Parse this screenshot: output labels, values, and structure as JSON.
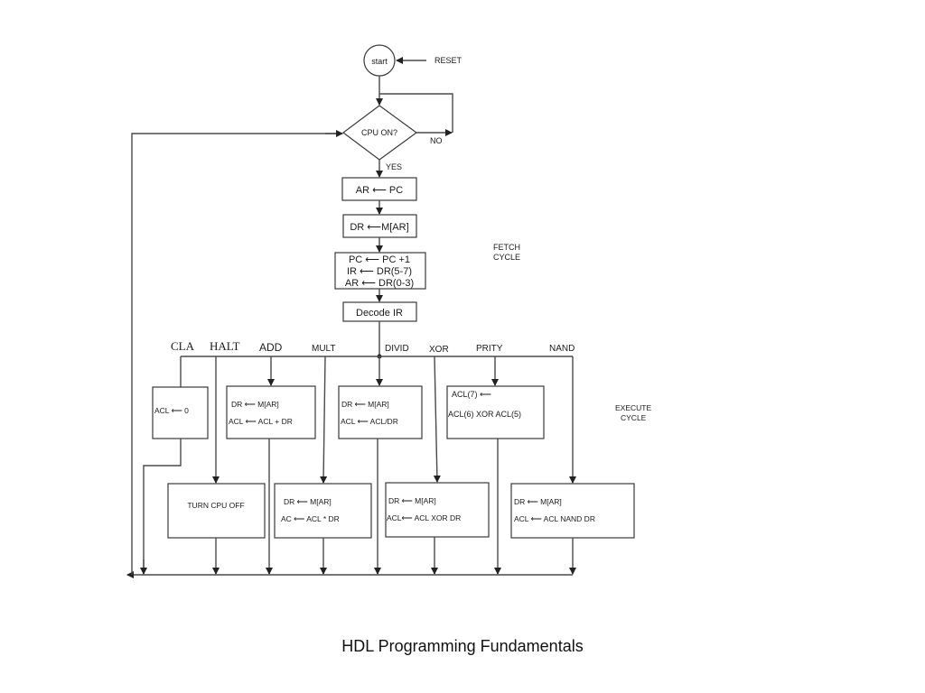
{
  "diagram": {
    "start": "start",
    "reset": "RESET",
    "decision": "CPU ON?",
    "no": "NO",
    "yes": "YES",
    "fetch_label": [
      "FETCH",
      "CYCLE"
    ],
    "execute_label": [
      "EXECUTE",
      "CYCLE"
    ],
    "fetch_steps": [
      [
        "AR ⟵ PC"
      ],
      [
        "DR ⟵M[AR]"
      ],
      [
        "PC ⟵   PC +1",
        "IR ⟵ DR(5-7)",
        "AR ⟵  DR(0-3)"
      ],
      [
        "Decode IR"
      ]
    ],
    "opcodes": [
      "CLA",
      "HALT",
      "ADD",
      "MULT",
      "DIVID",
      "XOR",
      "PRITY",
      "NAND"
    ],
    "execute_boxes": {
      "cla": [
        "ACL ⟵  0"
      ],
      "add": [
        "DR ⟵  M[AR]",
        "ACL ⟵ ACL + DR"
      ],
      "divid": [
        "DR ⟵  M[AR]",
        "ACL ⟵  ACL/DR"
      ],
      "prity": [
        "ACL(7) ⟵",
        "ACL(6) XOR ACL(5)"
      ],
      "halt": [
        "TURN CPU OFF"
      ],
      "mult": [
        "DR ⟵  M[AR]",
        "AC ⟵  ACL  *  DR"
      ],
      "xor": [
        "DR ⟵  M[AR]",
        "ACL⟵  ACL  XOR   DR"
      ],
      "nand": [
        "DR ⟵  M[AR]",
        "ACL ⟵   ACL  NAND   DR"
      ]
    }
  },
  "footer": "HDL Programming Fundamentals"
}
